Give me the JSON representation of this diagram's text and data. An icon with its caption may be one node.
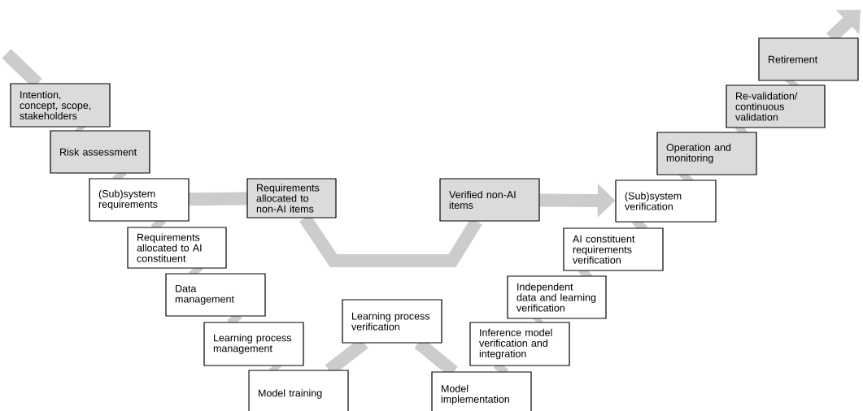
{
  "diagram": {
    "nodes": [
      {
        "text": [
          "Intention, concept, scope, stakeholders"
        ]
      },
      {
        "text": [
          "Risk assessment"
        ]
      },
      {
        "text": [
          "(Sub)system requirements"
        ]
      },
      {
        "text": [
          "Requirements allocated to AI constituent"
        ]
      },
      {
        "text": [
          "Data management"
        ]
      },
      {
        "text": [
          "Learning process management"
        ]
      },
      {
        "text": [
          "Model training"
        ]
      },
      {
        "text": [
          "Requirements allocated to non-AI items"
        ]
      },
      {
        "text": [
          "Learning process verification"
        ]
      },
      {
        "text": [
          "Verified non-AI items"
        ]
      },
      {
        "text": [
          "Model implementation"
        ]
      },
      {
        "text": [
          "Inference model verification and integration"
        ]
      },
      {
        "text": [
          "Independent data and learning verification"
        ]
      },
      {
        "text": [
          "AI constituent requirements verification"
        ]
      },
      {
        "text": [
          "(Sub)system verification"
        ]
      },
      {
        "text": [
          "Operation and monitoring"
        ]
      },
      {
        "text": [
          "Re-validation/ continuous validation"
        ]
      },
      {
        "text": [
          "Retirement"
        ]
      }
    ],
    "edges": [
      {
        "from": null,
        "to": 0,
        "arrow": "none"
      },
      {
        "from": 0,
        "to": 1,
        "arrow": "none"
      },
      {
        "from": 1,
        "to": 2,
        "arrow": "none"
      },
      {
        "from": 2,
        "to": 3,
        "arrow": "none"
      },
      {
        "from": 3,
        "to": 4,
        "arrow": "none"
      },
      {
        "from": 4,
        "to": 5,
        "arrow": "none"
      },
      {
        "from": 5,
        "to": 6,
        "arrow": "none"
      },
      {
        "from": 2,
        "to": 7,
        "arrow": "none"
      },
      {
        "from": 7,
        "to": 9,
        "arrow": "none"
      },
      {
        "from": 9,
        "to": 14,
        "arrow": "to"
      },
      {
        "from": 6,
        "to": 8,
        "arrow": "none"
      },
      {
        "from": 8,
        "to": 10,
        "arrow": "none"
      },
      {
        "from": 10,
        "to": 11,
        "arrow": "none"
      },
      {
        "from": 11,
        "to": 12,
        "arrow": "none"
      },
      {
        "from": 12,
        "to": 13,
        "arrow": "none"
      },
      {
        "from": 13,
        "to": 14,
        "arrow": "none"
      },
      {
        "from": 14,
        "to": 15,
        "arrow": "none"
      },
      {
        "from": 15,
        "to": 16,
        "arrow": "none"
      },
      {
        "from": 16,
        "to": 17,
        "arrow": "none"
      },
      {
        "from": 17,
        "to": null,
        "arrow": "to"
      }
    ]
  }
}
